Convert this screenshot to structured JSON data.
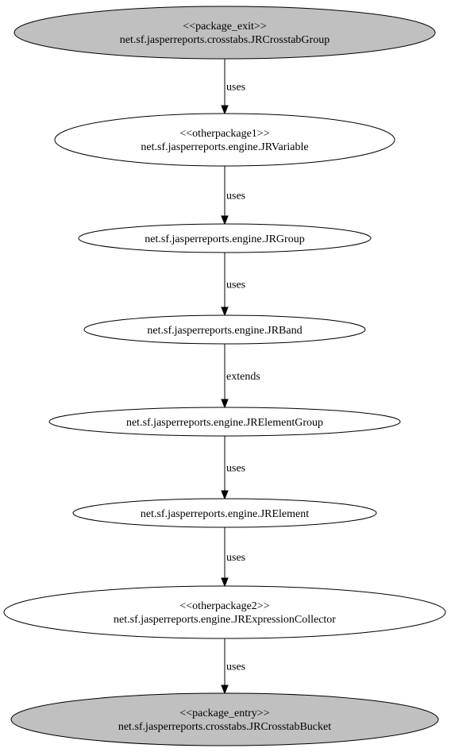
{
  "colors": {
    "highlight_fill": "#c0c0c0",
    "default_fill": "#ffffff",
    "stroke": "#000000",
    "text": "#000000"
  },
  "nodes": [
    {
      "id": "n0",
      "stereotype": "<<package_exit>>",
      "label": "net.sf.jasperreports.crosstabs.JRCrosstabGroup",
      "highlighted": true
    },
    {
      "id": "n1",
      "stereotype": "<<otherpackage1>>",
      "label": "net.sf.jasperreports.engine.JRVariable",
      "highlighted": false
    },
    {
      "id": "n2",
      "stereotype": "",
      "label": "net.sf.jasperreports.engine.JRGroup",
      "highlighted": false
    },
    {
      "id": "n3",
      "stereotype": "",
      "label": "net.sf.jasperreports.engine.JRBand",
      "highlighted": false
    },
    {
      "id": "n4",
      "stereotype": "",
      "label": "net.sf.jasperreports.engine.JRElementGroup",
      "highlighted": false
    },
    {
      "id": "n5",
      "stereotype": "",
      "label": "net.sf.jasperreports.engine.JRElement",
      "highlighted": false
    },
    {
      "id": "n6",
      "stereotype": "<<otherpackage2>>",
      "label": "net.sf.jasperreports.engine.JRExpressionCollector",
      "highlighted": false
    },
    {
      "id": "n7",
      "stereotype": "<<package_entry>>",
      "label": "net.sf.jasperreports.crosstabs.JRCrosstabBucket",
      "highlighted": true
    }
  ],
  "edges": [
    {
      "from": "n0",
      "to": "n1",
      "label": "uses"
    },
    {
      "from": "n1",
      "to": "n2",
      "label": "uses"
    },
    {
      "from": "n2",
      "to": "n3",
      "label": "uses"
    },
    {
      "from": "n3",
      "to": "n4",
      "label": "extends"
    },
    {
      "from": "n4",
      "to": "n5",
      "label": "uses"
    },
    {
      "from": "n5",
      "to": "n6",
      "label": "uses"
    },
    {
      "from": "n6",
      "to": "n7",
      "label": "uses"
    }
  ]
}
